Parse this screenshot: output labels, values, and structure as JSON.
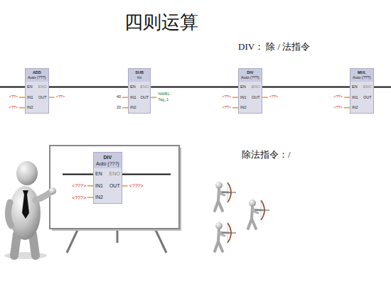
{
  "diagram": {
    "title": "四则运算",
    "nodes": [
      {
        "text": [
          "ADD",
          "Auto (???)",
          "EN",
          "ENO",
          "IN1",
          "IN2",
          "OUT"
        ]
      },
      {
        "text": [
          "SUB",
          "Int",
          "EN",
          "ENO",
          "IN1",
          "IN2",
          "OUT"
        ]
      },
      {
        "text": [
          "DIV",
          "Auto (???)",
          "EN",
          "ENO",
          "IN1",
          "IN2",
          "OUT"
        ]
      },
      {
        "text": [
          "MUL",
          "Auto (???)",
          "EN",
          "ENO",
          "IN1",
          "IN2",
          "OUT"
        ]
      },
      {
        "text": [
          "DIV",
          "Auto (???)",
          "EN",
          "ENO",
          "IN1",
          "IN2",
          "OUT"
        ]
      }
    ],
    "edges": [
      {
        "from": 0,
        "to": 1,
        "arrow": "none"
      },
      {
        "from": 1,
        "to": 2,
        "arrow": "none"
      },
      {
        "from": 2,
        "to": 3,
        "arrow": "none"
      }
    ],
    "labels": [
      "DIV： 除 / 法指令",
      "除法指令：/",
      "<??>",
      "<??>",
      "<??>",
      "40",
      "20",
      "%MB1",
      "Tag_1",
      "<??>",
      "<??>",
      "<??>",
      "<??>",
      "<??>",
      "<???>",
      "<???>",
      "<???>"
    ]
  }
}
